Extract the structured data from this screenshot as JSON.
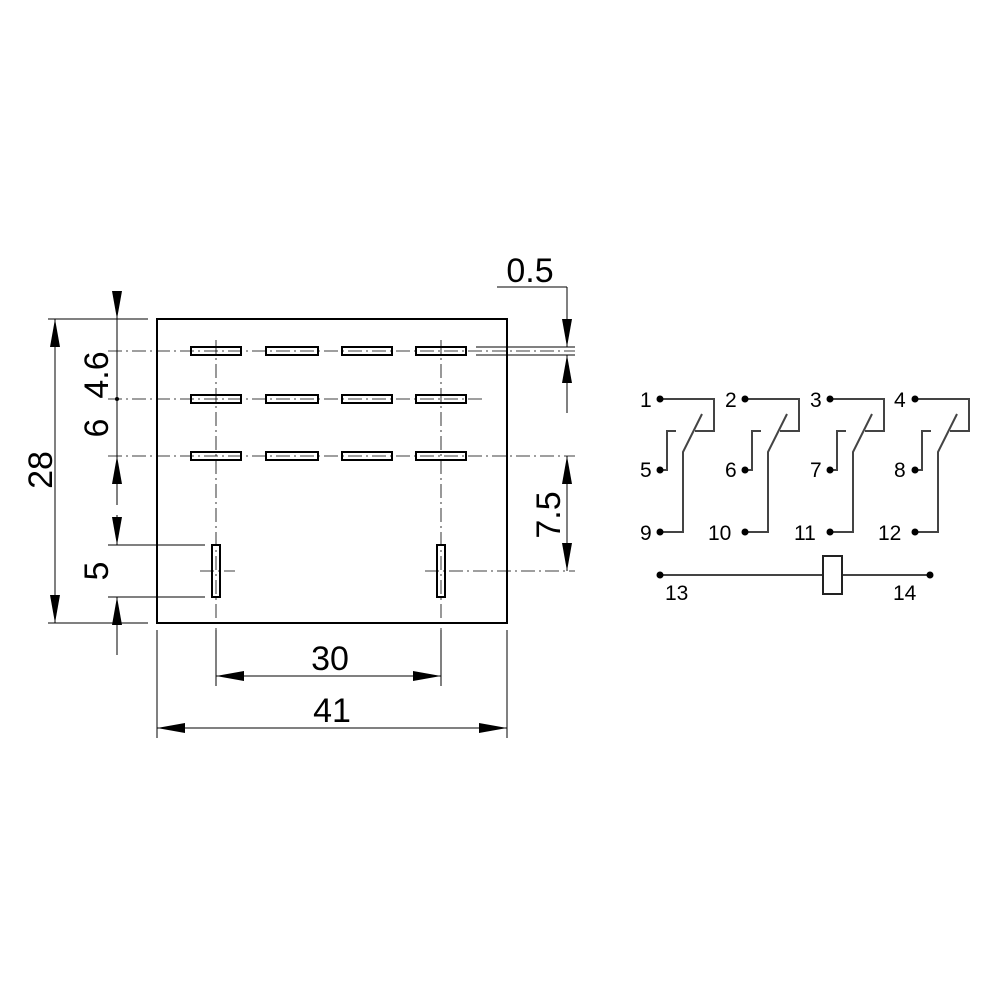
{
  "dimensions": {
    "width_total": "41",
    "pin_spacing_horizontal": "30",
    "height_total": "28",
    "top_to_row1": "4.6",
    "row_spacing": "6",
    "pin_length": "5",
    "row_offset_right": "7.5",
    "pad_offset": "0.5"
  },
  "terminals": {
    "common": [
      "1",
      "2",
      "3",
      "4"
    ],
    "nc": [
      "5",
      "6",
      "7",
      "8"
    ],
    "no": [
      "9",
      "10",
      "11",
      "12"
    ],
    "coil": [
      "13",
      "14"
    ]
  }
}
